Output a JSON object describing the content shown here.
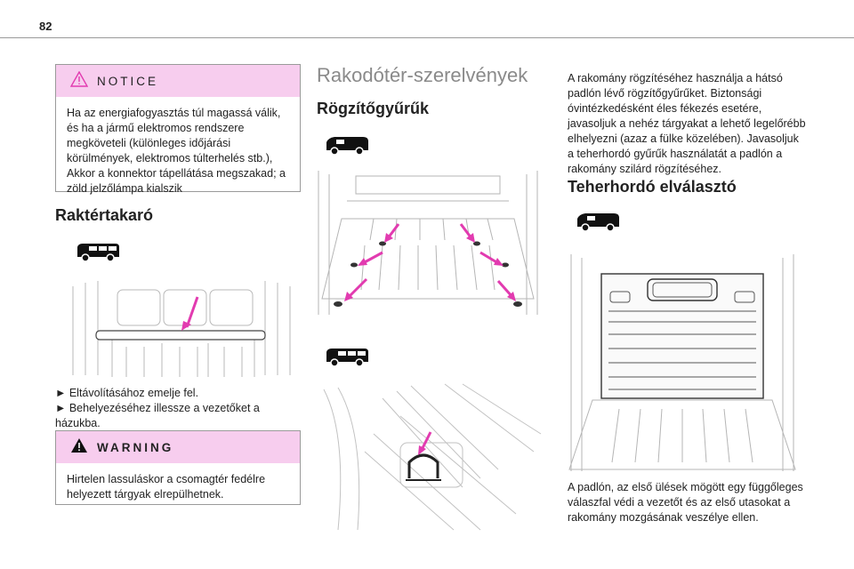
{
  "page": {
    "number": "82"
  },
  "notice": {
    "title": "NOTICE",
    "body": "Ha az energiafogyasztás túl magassá válik, és ha a jármű elektromos rendszere megköveteli (különleges időjárási körülmények, elektromos túlterhelés stb.), Akkor a konnektor tápellátása megszakad; a zöld jelzőlámpa kialszik"
  },
  "raktertakaro": {
    "heading": "Raktértakaró",
    "steps": [
      "► Eltávolításához emelje fel.",
      "► Behelyezéséhez illessze a vezetőket a házukba."
    ]
  },
  "warning": {
    "title": "WARNING",
    "body": "Hirtelen lassuláskor a csomagtér fedélre helyezett tárgyak elrepülhetnek."
  },
  "section": {
    "title": "Rakodótér-szerelvények",
    "rogzito": {
      "heading": "Rögzítőgyűrűk",
      "body": "A rakomány rögzítéséhez használja a hátsó padlón lévő rögzítőgyűrűket. Biztonsági óvintézkedésként éles fékezés esetére, javasoljuk a nehéz tárgyakat a lehető legelőrébb elhelyezni (azaz a fülke közelében). Javasoljuk a teherhordó gyűrűk használatát a padlón a rakomány szilárd rögzítéséhez."
    },
    "teherhordo": {
      "heading": "Teherhordó elválasztó",
      "body": "A padlón, az első ülések mögött egy függőleges válaszfal védi a vezetőt és az első utasokat a rakomány mozgásának veszélye ellen."
    }
  },
  "colors": {
    "accent_box": "#f7cdee",
    "arrow": "#e23bb0",
    "title_grey": "#8a8a8a"
  }
}
